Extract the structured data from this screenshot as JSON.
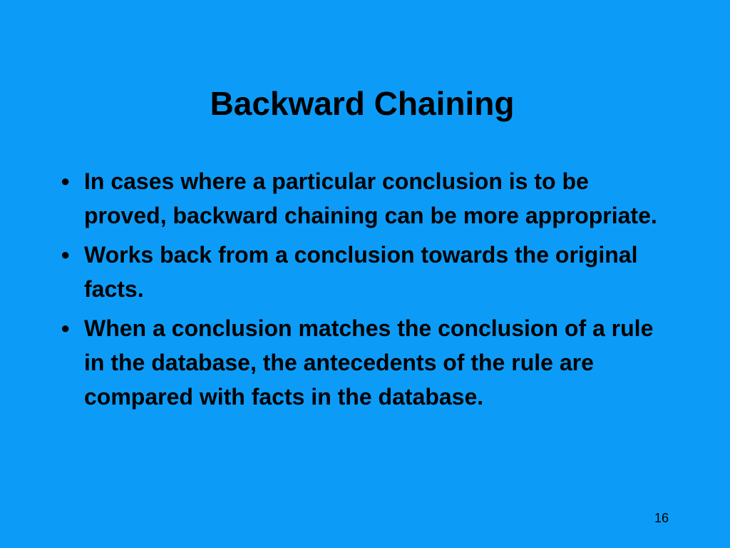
{
  "slide": {
    "title": "Backward Chaining",
    "bullet_glyph": "●",
    "bullets": [
      "In cases where a particular conclusion is to be proved, backward chaining can be more appropriate.",
      "Works back from a conclusion towards the original facts.",
      "When a conclusion matches the conclusion of a rule in the database, the antecedents of the rule are compared with facts in the database."
    ],
    "page_number": "16"
  },
  "colors": {
    "background": "#0c9cf8",
    "text": "#000000"
  }
}
